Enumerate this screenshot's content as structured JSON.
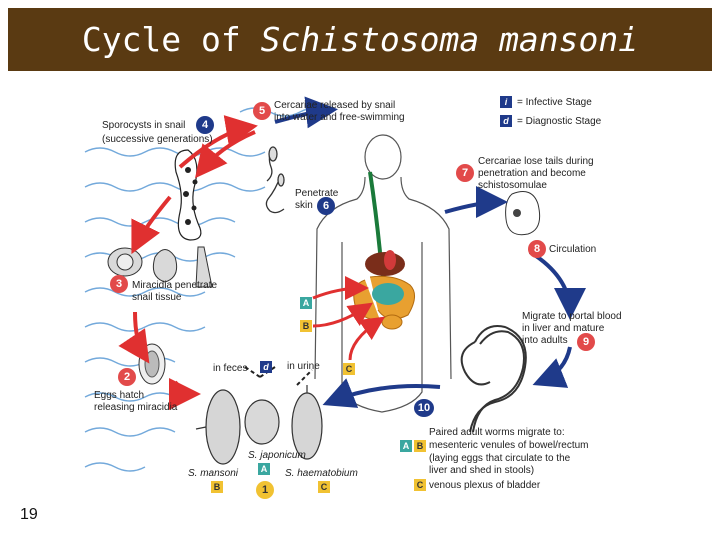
{
  "slide": {
    "title_plain": "Cycle of ",
    "title_italic": "Schistosoma mansoni",
    "page_number": "19"
  },
  "legend": {
    "infective": "= Infective Stage",
    "diagnostic": "= Diagnostic Stage"
  },
  "stages": {
    "s1": "1",
    "s2": "2",
    "s2_text_1": "Eggs hatch",
    "s2_text_2": "releasing miracidia",
    "s3": "3",
    "s3_text_1": "Miracidia penetrate",
    "s3_text_2": "snail tissue",
    "s4": "4",
    "s4_text_1": "Sporocysts in snail",
    "s4_text_2": "(successive generations)",
    "s5": "5",
    "s5_text_1": "Cercariae released by snail",
    "s5_text_2": "into water and free-swimming",
    "s6": "6",
    "s6_text_1": "Penetrate",
    "s6_text_2": "skin",
    "s7": "7",
    "s7_text_1": "Cercariae lose tails during",
    "s7_text_2": "penetration and become",
    "s7_text_3": "schistosomulae",
    "s8": "8",
    "s8_text": "Circulation",
    "s9": "9",
    "s9_text_1": "Migrate to portal blood",
    "s9_text_2": "in liver and mature",
    "s9_text_3": "into adults",
    "s10": "10",
    "s10_text_1": "Paired adult worms migrate to:",
    "s10_a": "mesenteric venules of bowel/rectum",
    "s10_a2": "(laying eggs that circulate to the",
    "s10_a3": "liver and shed in stools)",
    "s10_c": "venous plexus of bladder"
  },
  "eggs": {
    "in_feces": "in feces",
    "in_urine": "in urine",
    "mansoni": "S. mansoni",
    "japonicum": "S. japonicum",
    "haematobium": "S. haematobium"
  },
  "markers": {
    "A": "A",
    "B": "B",
    "C": "C",
    "i": "i",
    "d": "d"
  },
  "colors": {
    "title_bg": "#5a3a12",
    "red_arrow": "#e03030",
    "navy_arrow": "#1f3a8a",
    "water": "#5b9bd5"
  }
}
